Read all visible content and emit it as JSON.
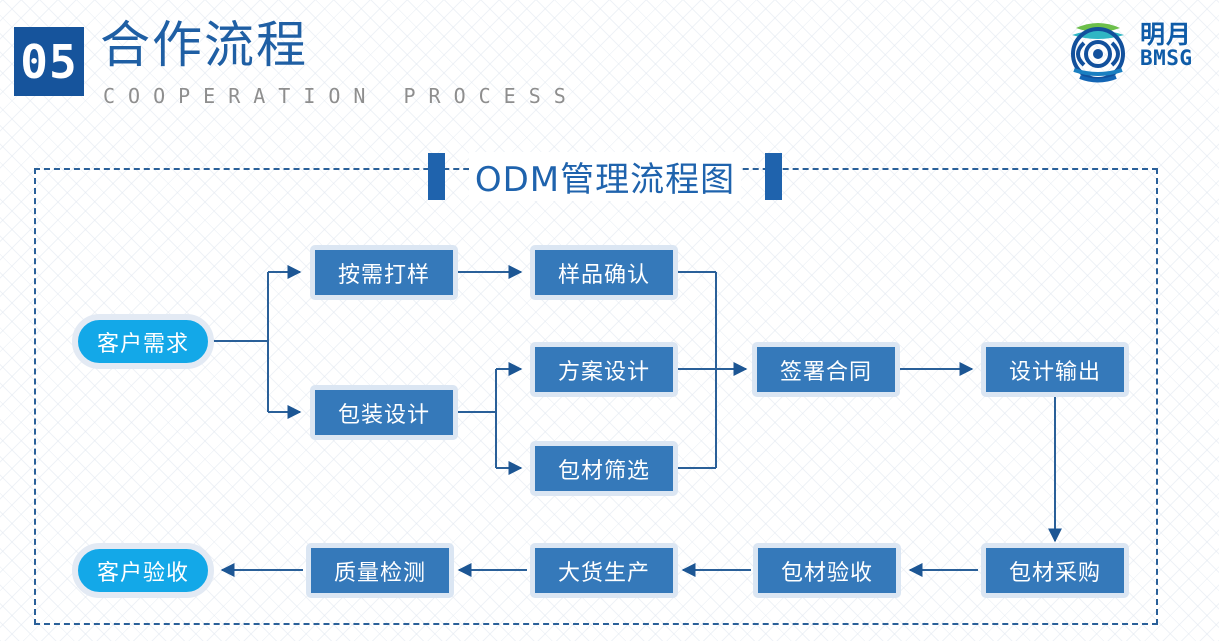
{
  "header": {
    "number": "05",
    "title_cn": "合作流程",
    "title_en": "COOPERATION PROCESS"
  },
  "logo": {
    "icon": "bmsg-globe-logo",
    "name_cn": "明月",
    "name_en": "BMSG",
    "color_outer": "#0f5ca8",
    "color_accent": "#6cbf4b"
  },
  "flow_title": {
    "text": "ODM管理流程图",
    "bar_color": "#1f63ad"
  },
  "colors": {
    "rect_fill": "#3579ba",
    "rect_border": "#dbe6f3",
    "pill_fill": "#13a8e8",
    "pill_border": "#e3eaf4",
    "wire": "#2a6099",
    "frame_border": "#2a6099",
    "header_badge": "#16549c",
    "header_title": "#1f5fa4",
    "header_sub": "#8e8e8e"
  },
  "nodes": [
    {
      "id": "customer-demand",
      "label": "客户需求",
      "shape": "pill"
    },
    {
      "id": "on-demand-sampling",
      "label": "按需打样",
      "shape": "rect"
    },
    {
      "id": "sample-confirm",
      "label": "样品确认",
      "shape": "rect"
    },
    {
      "id": "package-design",
      "label": "包装设计",
      "shape": "rect"
    },
    {
      "id": "plan-design",
      "label": "方案设计",
      "shape": "rect"
    },
    {
      "id": "material-screen",
      "label": "包材筛选",
      "shape": "rect"
    },
    {
      "id": "sign-contract",
      "label": "签署合同",
      "shape": "rect"
    },
    {
      "id": "design-output",
      "label": "设计输出",
      "shape": "rect"
    },
    {
      "id": "material-purchase",
      "label": "包材采购",
      "shape": "rect"
    },
    {
      "id": "material-accept",
      "label": "包材验收",
      "shape": "rect"
    },
    {
      "id": "bulk-production",
      "label": "大货生产",
      "shape": "rect"
    },
    {
      "id": "quality-test",
      "label": "质量检测",
      "shape": "rect"
    },
    {
      "id": "customer-accept",
      "label": "客户验收",
      "shape": "pill"
    }
  ]
}
